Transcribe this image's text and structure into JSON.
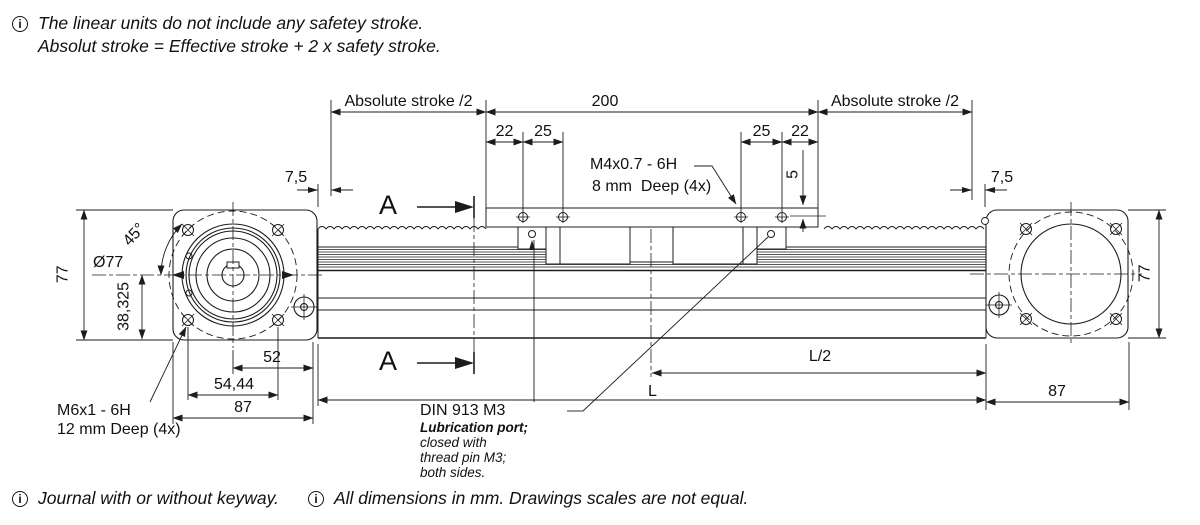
{
  "notes": {
    "top_line1": "The linear units do not include any safetey stroke.",
    "top_line2": "Absolut stroke = Effective stroke + 2 x safety stroke.",
    "bottom_left": "Journal with or without keyway.",
    "bottom_right": "All dimensions in mm. Drawings scales are not equal."
  },
  "dims": {
    "abs_stroke": "Absolute stroke /2",
    "len200": "200",
    "d22": "22",
    "d25": "25",
    "d5": "5",
    "d75": "7,5",
    "d77": "77",
    "dia77": "Ø77",
    "d38325": "38,325",
    "ang45": "45°",
    "d52": "52",
    "d5444": "54,44",
    "d87": "87",
    "L": "L",
    "L_half": "L/2"
  },
  "labels": {
    "m4_line1": "M4x0.7 - 6H",
    "m4_line2": "8 mm  Deep (4x)",
    "m6_line1": "M6x1 - 6H",
    "m6_line2": "12 mm Deep (4x)",
    "din_line1": "DIN 913 M3",
    "din_line2": "Lubrication port;",
    "din_line3": "closed with",
    "din_line4": "thread pin M3;",
    "din_line5": "both sides.",
    "section": "A"
  },
  "icons": {
    "info": "i"
  },
  "colors": {
    "line": "#1c1c1c",
    "text": "#111111",
    "background": "#ffffff"
  }
}
